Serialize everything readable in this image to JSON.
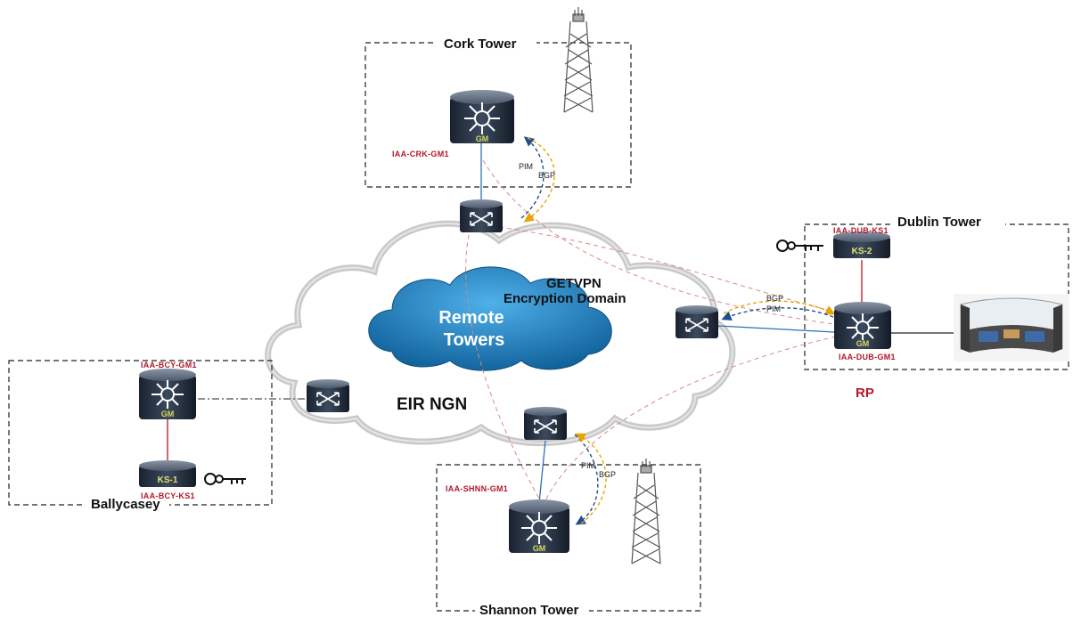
{
  "sites": {
    "cork": {
      "name": "Cork Tower",
      "router": "IAA-CRK-GM1"
    },
    "dublin": {
      "name": "Dublin Tower",
      "router": "IAA-DUB-GM1",
      "ks": "IAA-DUB-KS1",
      "ks_badge": "KS-2"
    },
    "ballycasey": {
      "name": "Ballycasey",
      "router": "IAA-BCY-GM1",
      "ks": "IAA-BCY-KS1",
      "ks_badge": "KS-1"
    },
    "shannon": {
      "name": "Shannon Tower",
      "router": "IAA-SHNN-GM1"
    }
  },
  "gm_badge": "GM",
  "cloud": {
    "getvpn": "GETVPN",
    "encryption": "Encryption Domain",
    "remote1": "Remote",
    "remote2": "Towers",
    "network": "EIR NGN"
  },
  "protocols": {
    "pim": "PIM",
    "bgp": "BGP"
  },
  "rp": "RP",
  "colors": {
    "frame": "#222222",
    "link_blue": "#2f6fb5",
    "link_red": "#b2182b",
    "dashed_red": "#d88a80",
    "pim_arrow": "#1f4e8c",
    "bgp_arrow": "#e8a400",
    "cloud_fill": "#ffffff",
    "cloud_stroke": "#c8c8c8",
    "remote_cloud": "#1e7fc0"
  }
}
